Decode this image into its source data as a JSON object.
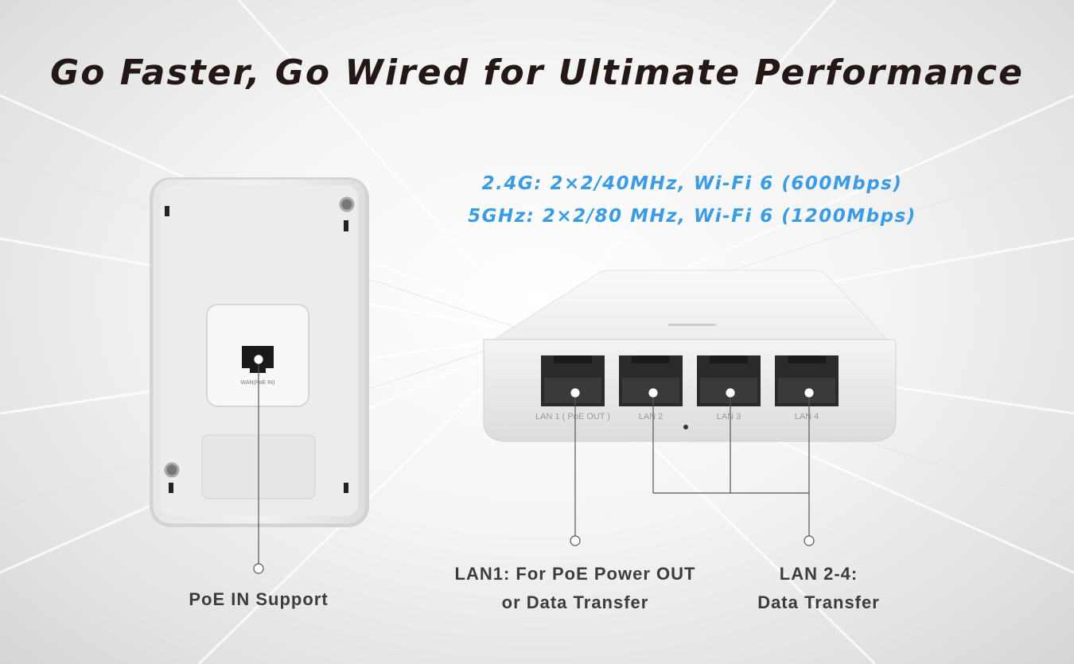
{
  "headline": "Go Faster, Go Wired for Ultimate Performance",
  "specs": [
    "2.4G: 2×2/40MHz, Wi-Fi 6 (600Mbps)",
    "5GHz: 2×2/80 MHz, Wi-Fi 6 (1200Mbps)"
  ],
  "back_panel": {
    "wan_port_label": "WAN(PoE IN)"
  },
  "front_panel": {
    "ports": [
      "LAN 1 ( PoE OUT )",
      "LAN 2",
      "LAN 3",
      "LAN 4"
    ]
  },
  "callouts": {
    "poe_in": "PoE IN Support",
    "lan1": {
      "line1": "LAN1: For PoE Power OUT",
      "line2": "or Data Transfer"
    },
    "lan24": {
      "line1": "LAN 2-4:",
      "line2": "Data Transfer"
    }
  },
  "colors": {
    "headline": "#231815",
    "spec_blue": "#3a9be6",
    "callout_text": "#3c3c3c"
  }
}
